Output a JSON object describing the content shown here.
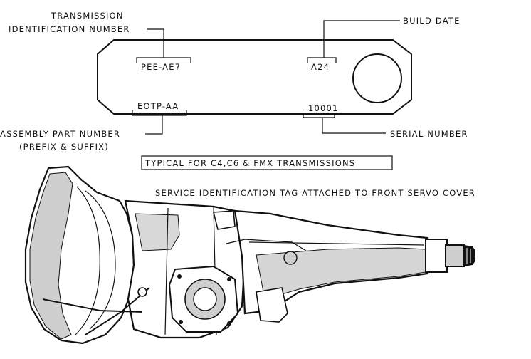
{
  "labels": {
    "tin_line1": "TRANSMISSION",
    "tin_line2": "IDENTIFICATION NUMBER",
    "build_date": "BUILD DATE",
    "apn_line1": "ASSEMBLY PART NUMBER",
    "apn_line2": "(PREFIX & SUFFIX)",
    "serial_number": "SERIAL NUMBER"
  },
  "tag": {
    "tin_value": "PEE-AE7",
    "build_date_value": "A24",
    "part_number_value": "EOTP-AA",
    "serial_value": "10001"
  },
  "caption_box": "TYPICAL FOR C4,C6 & FMX TRANSMISSIONS",
  "caption_service": "SERVICE IDENTIFICATION TAG ATTACHED TO FRONT SERVO COVER",
  "colors": {
    "ink": "#111111",
    "paper": "#ffffff",
    "shade": "#cfcfcf"
  }
}
